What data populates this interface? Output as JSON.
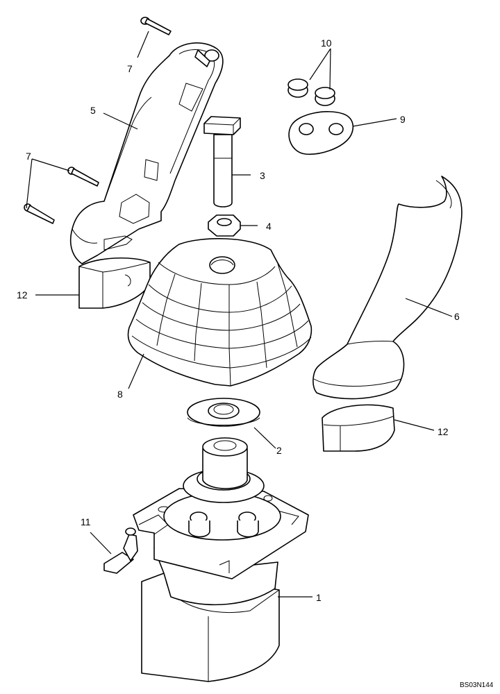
{
  "drawing": {
    "code": "BS03N144",
    "callouts": {
      "c1": "1",
      "c2": "2",
      "c3": "3",
      "c4": "4",
      "c5": "5",
      "c6": "6",
      "c7a": "7",
      "c7b": "7",
      "c8": "8",
      "c9": "9",
      "c10": "10",
      "c11": "11",
      "c12a": "12",
      "c12b": "12"
    }
  }
}
